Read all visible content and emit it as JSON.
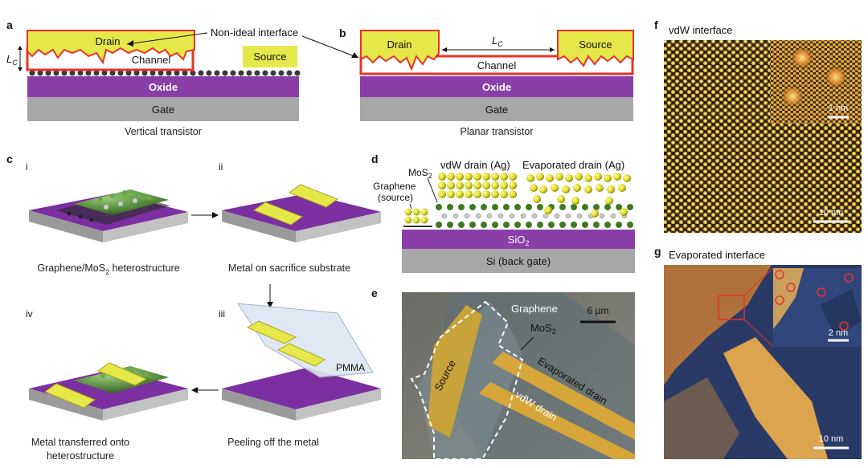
{
  "panels": {
    "a": {
      "label": "a",
      "drain": "Drain",
      "channel": "Channel",
      "source": "Source",
      "oxide": "Oxide",
      "gate": "Gate",
      "lc": "L",
      "lc_sub": "C",
      "callout": "Non-ideal interface",
      "caption": "Vertical transistor"
    },
    "b": {
      "label": "b",
      "drain": "Drain",
      "source": "Source",
      "channel": "Channel",
      "oxide": "Oxide",
      "gate": "Gate",
      "lc": "L",
      "lc_sub": "C",
      "caption": "Planar transistor"
    },
    "c": {
      "label": "c",
      "step_i": "i",
      "step_ii": "ii",
      "step_iii": "iii",
      "step_iv": "iv",
      "cap_i_pre": "Graphene/MoS",
      "cap_i_sub": "2",
      "cap_i_post": " heterostructure",
      "cap_ii": "Metal on sacrifice substrate",
      "cap_iii": "Peeling off the metal",
      "cap_iv_line1": "Metal transferred onto",
      "cap_iv_line2": "heterostructure",
      "pmma": "PMMA"
    },
    "d": {
      "label": "d",
      "vdw_drain": "vdW drain (Ag)",
      "evap_drain": "Evaporated drain (Ag)",
      "mos2": "MoS",
      "mos2_sub": "2",
      "graphene_line1": "Graphene",
      "graphene_line2": "(source)",
      "sio2": "SiO",
      "sio2_sub": "2",
      "si": "Si (back gate)"
    },
    "e": {
      "label": "e",
      "graphene": "Graphene",
      "mos2": "MoS",
      "mos2_sub": "2",
      "source": "Source",
      "evap_drain": "Evaporated drain",
      "vdw_drain": "vdW drain",
      "scale": "6 µm"
    },
    "f": {
      "label": "f",
      "title": "vdW interface",
      "scale_main": "10 nm",
      "scale_inset": "1 nm"
    },
    "g": {
      "label": "g",
      "title": "Evaporated interface",
      "scale_main": "10 nm",
      "scale_inset": "2 nm"
    }
  },
  "colors": {
    "metal": "#e6e84a",
    "contact_outline": "#e8332a",
    "oxide": "#8a3fa8",
    "gate": "#a7a7a7",
    "substrate_purple": "#7b2fa0",
    "graphene_green": "#4f8a2c",
    "afm_dark": "#1f2f55",
    "afm_bright": "#f3c15a"
  }
}
